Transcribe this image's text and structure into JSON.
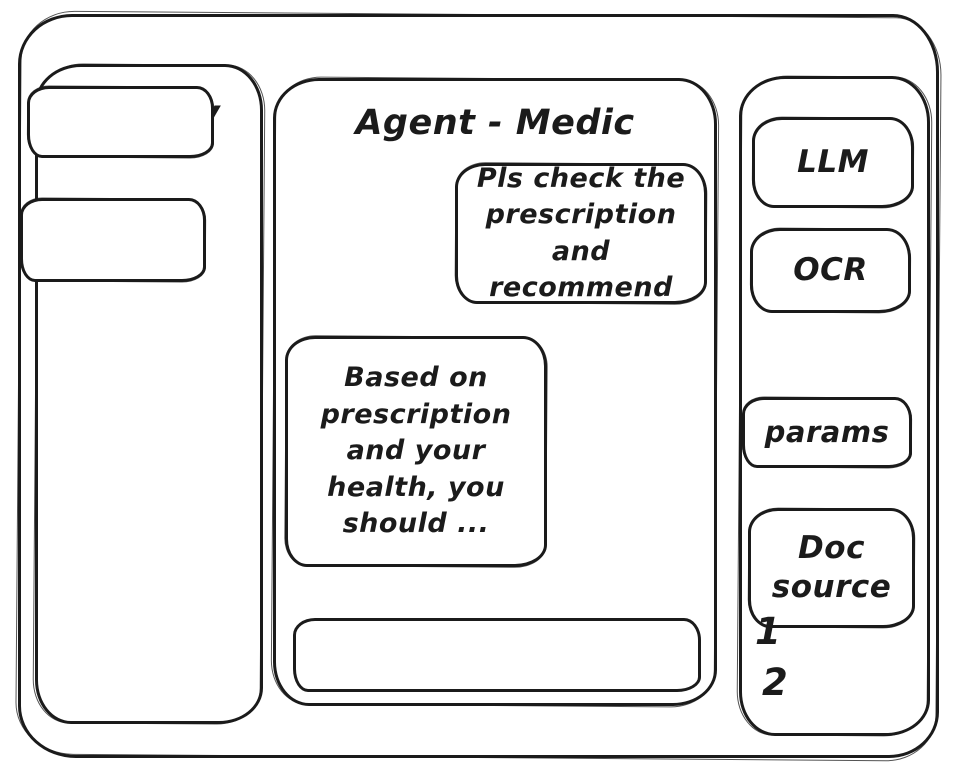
{
  "colors": {
    "ink": "#1b1b1b",
    "background": "#ffffff"
  },
  "left_sidebar": {
    "title": "History",
    "items": [
      {
        "label": ""
      },
      {
        "label": ""
      }
    ]
  },
  "chat": {
    "title": "Agent - Medic",
    "messages": [
      {
        "role": "user",
        "align": "right",
        "text": "Pls check the prescription and recommend"
      },
      {
        "role": "assistant",
        "align": "left",
        "text": "Based on prescription and your health, you should ..."
      }
    ],
    "input": {
      "value": "",
      "placeholder": ""
    }
  },
  "right_sidebar": {
    "tools": [
      {
        "label": "LLM"
      },
      {
        "label": "OCR"
      },
      {
        "label": "params"
      },
      {
        "label": "Doc source"
      }
    ],
    "doc_items": [
      "1",
      "2"
    ]
  }
}
